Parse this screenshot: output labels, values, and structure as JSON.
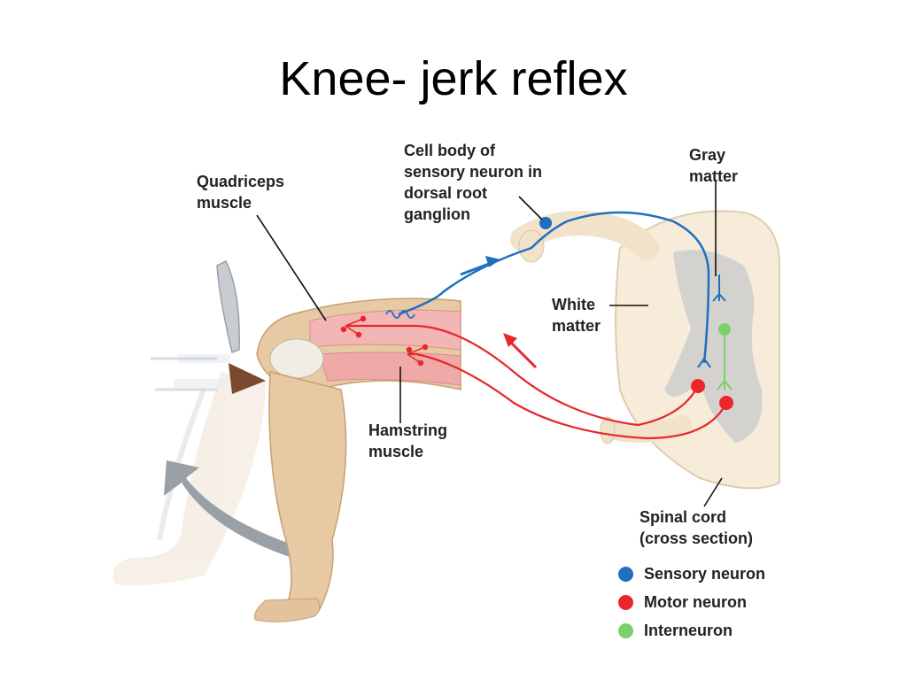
{
  "title": "Knee- jerk reflex",
  "labels": {
    "quadriceps": "Quadriceps\nmuscle",
    "cell_body": "Cell body of\nsensory neuron in\ndorsal root\nganglion",
    "gray_matter": "Gray\nmatter",
    "white_matter": "White\nmatter",
    "hamstring": "Hamstring\nmuscle",
    "spinal_cord": "Spinal cord\n(cross section)"
  },
  "legend": [
    {
      "label": "Sensory neuron",
      "color": "#1f6fc0"
    },
    {
      "label": "Motor neuron",
      "color": "#e8262b"
    },
    {
      "label": "Interneuron",
      "color": "#7ccf6a"
    }
  ],
  "colors": {
    "sensory": "#1f6fc0",
    "motor": "#e8262b",
    "interneuron": "#7ccf6a",
    "skin": "#e7c9a4",
    "skin_shadow": "#c79f73",
    "cord_white": "#f7ecd9",
    "cord_gray": "#d4d2cf",
    "muscle": "#f2b6b4",
    "motion_arrow": "#9aa1a6"
  },
  "icons": {
    "reflex_hammer": "reflex-hammer-icon",
    "motion_arrow": "curved-arrow-icon"
  }
}
